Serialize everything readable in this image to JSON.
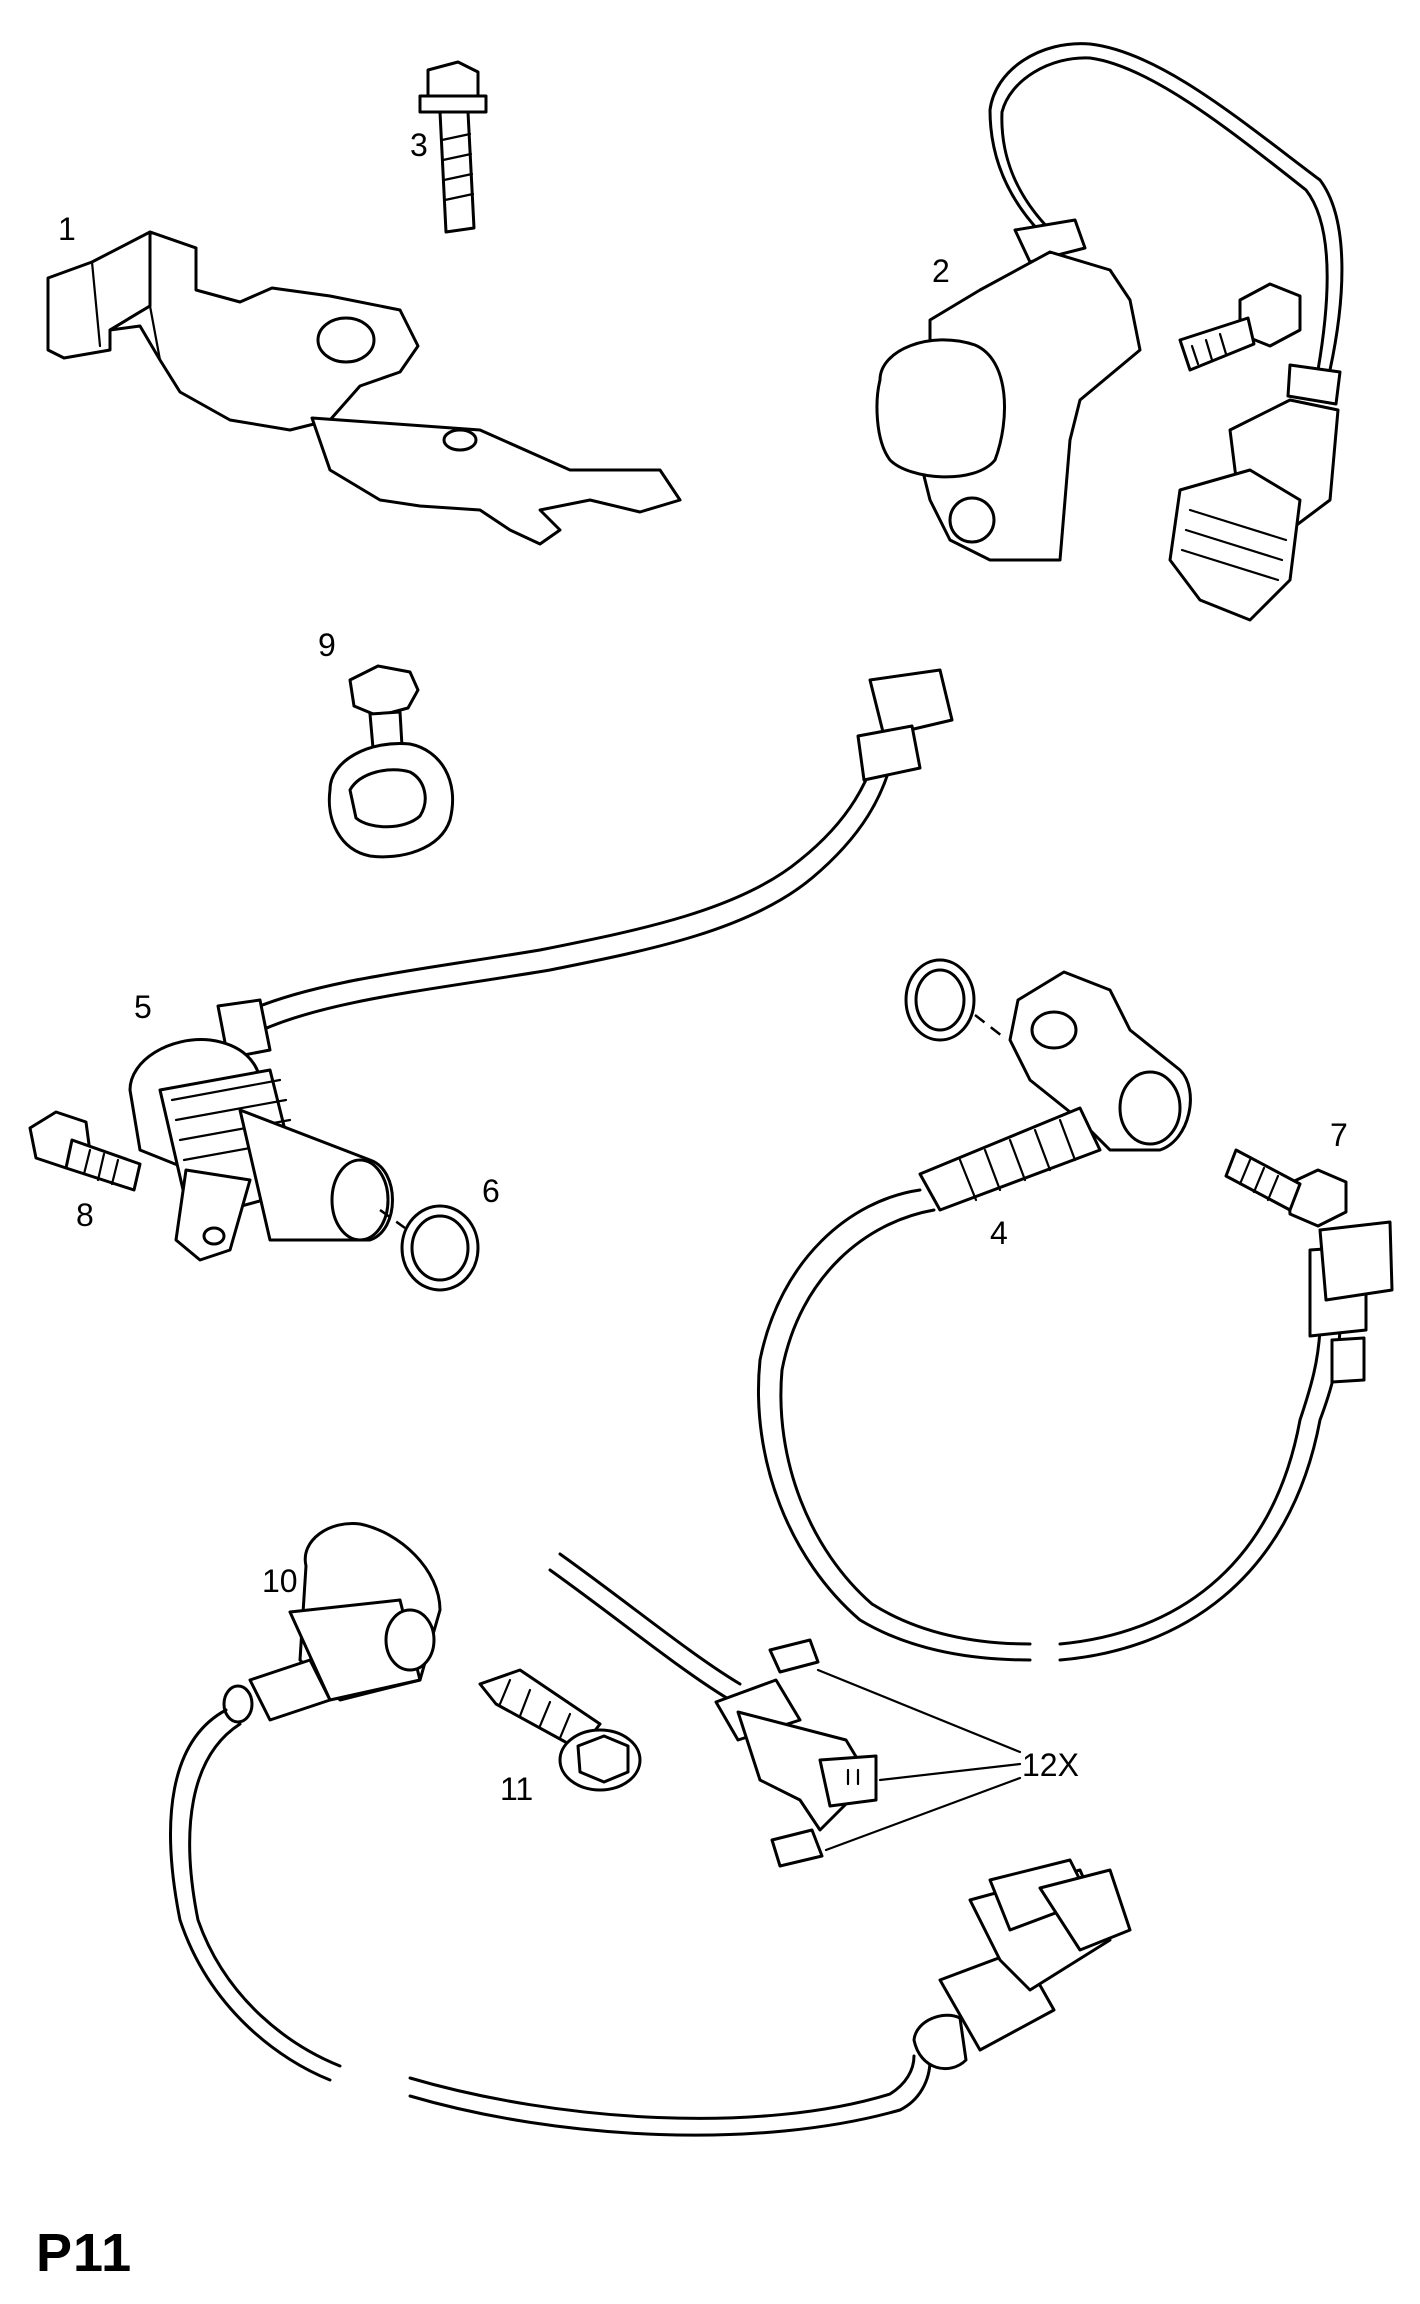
{
  "sheet_code": "P11",
  "callouts": {
    "c1": "1",
    "c2": "2",
    "c3": "3",
    "c4": "4",
    "c5": "5",
    "c6": "6",
    "c7": "7",
    "c8": "8",
    "c9": "9",
    "c10": "10",
    "c11": "11",
    "c12": "12X"
  }
}
